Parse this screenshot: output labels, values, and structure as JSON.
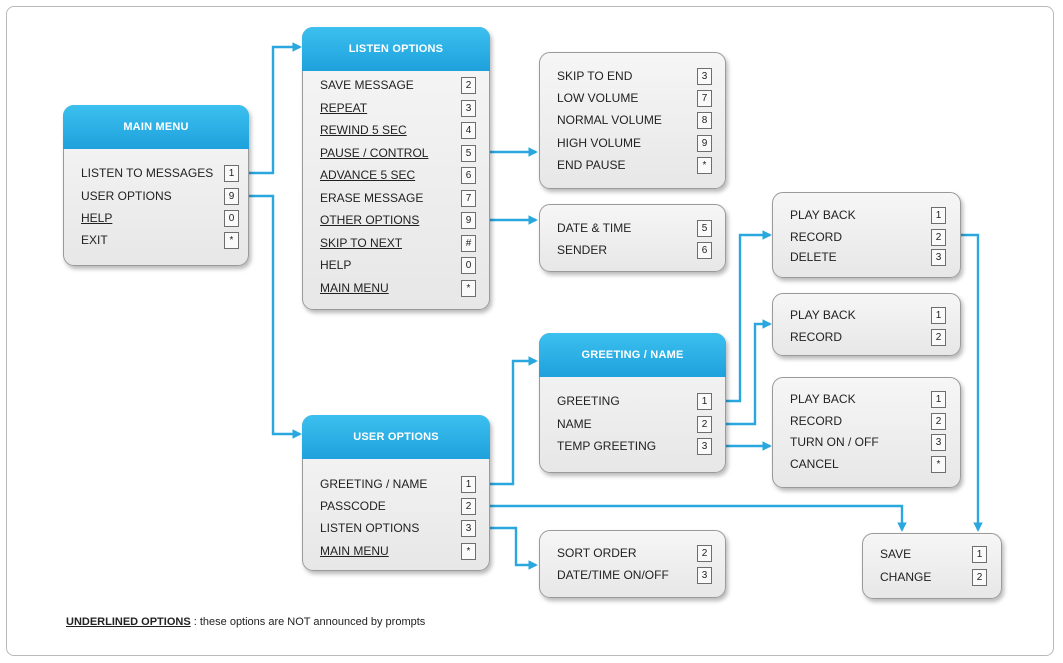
{
  "main_menu": {
    "title": "MAIN MENU",
    "items": [
      {
        "label": "LISTEN TO MESSAGES",
        "key": "1",
        "underlined": false
      },
      {
        "label": "USER OPTIONS",
        "key": "9",
        "underlined": false
      },
      {
        "label": "HELP",
        "key": "0",
        "underlined": true
      },
      {
        "label": "EXIT",
        "key": "*",
        "underlined": false
      }
    ]
  },
  "listen_options": {
    "title": "LISTEN OPTIONS",
    "items": [
      {
        "label": "SAVE MESSAGE",
        "key": "2",
        "underlined": false
      },
      {
        "label": "REPEAT",
        "key": "3",
        "underlined": true
      },
      {
        "label": "REWIND 5 SEC",
        "key": "4",
        "underlined": true
      },
      {
        "label": "PAUSE / CONTROL",
        "key": "5",
        "underlined": true
      },
      {
        "label": "ADVANCE 5 SEC",
        "key": "6",
        "underlined": true
      },
      {
        "label": "ERASE MESSAGE",
        "key": "7",
        "underlined": false
      },
      {
        "label": "OTHER OPTIONS",
        "key": "9",
        "underlined": true
      },
      {
        "label": "SKIP TO NEXT",
        "key": "#",
        "underlined": true
      },
      {
        "label": "HELP",
        "key": "0",
        "underlined": false
      },
      {
        "label": "MAIN MENU",
        "key": "*",
        "underlined": true
      }
    ]
  },
  "pause_menu": {
    "items": [
      {
        "label": "SKIP TO END",
        "key": "3"
      },
      {
        "label": "LOW VOLUME",
        "key": "7"
      },
      {
        "label": "NORMAL VOLUME",
        "key": "8"
      },
      {
        "label": "HIGH VOLUME",
        "key": "9"
      },
      {
        "label": "END PAUSE",
        "key": "*"
      }
    ]
  },
  "other_options_menu": {
    "items": [
      {
        "label": "DATE & TIME",
        "key": "5"
      },
      {
        "label": "SENDER",
        "key": "6"
      }
    ]
  },
  "greeting_record_menu": {
    "items": [
      {
        "label": "PLAY BACK",
        "key": "1"
      },
      {
        "label": "RECORD",
        "key": "2"
      },
      {
        "label": "DELETE",
        "key": "3"
      }
    ]
  },
  "name_record_menu": {
    "items": [
      {
        "label": "PLAY BACK",
        "key": "1"
      },
      {
        "label": "RECORD",
        "key": "2"
      }
    ]
  },
  "temp_greeting_menu": {
    "items": [
      {
        "label": "PLAY BACK",
        "key": "1"
      },
      {
        "label": "RECORD",
        "key": "2"
      },
      {
        "label": "TURN ON / OFF",
        "key": "3"
      },
      {
        "label": "CANCEL",
        "key": "*"
      }
    ]
  },
  "greeting_name": {
    "title": "GREETING / NAME",
    "items": [
      {
        "label": "GREETING",
        "key": "1"
      },
      {
        "label": "NAME",
        "key": "2"
      },
      {
        "label": "TEMP GREETING",
        "key": "3"
      }
    ]
  },
  "user_options": {
    "title": "USER OPTIONS",
    "items": [
      {
        "label": "GREETING / NAME",
        "key": "1",
        "underlined": false
      },
      {
        "label": "PASSCODE",
        "key": "2",
        "underlined": false
      },
      {
        "label": "LISTEN OPTIONS",
        "key": "3",
        "underlined": false
      },
      {
        "label": "MAIN MENU",
        "key": "*",
        "underlined": true
      }
    ]
  },
  "sort_menu": {
    "items": [
      {
        "label": "SORT ORDER",
        "key": "2"
      },
      {
        "label": "DATE/TIME ON/OFF",
        "key": "3"
      }
    ]
  },
  "save_menu": {
    "items": [
      {
        "label": "SAVE",
        "key": "1"
      },
      {
        "label": "CHANGE",
        "key": "2"
      }
    ]
  },
  "legend": {
    "term": "UNDERLINED OPTIONS",
    "text": " : these options are NOT announced by prompts"
  },
  "colors": {
    "header": "#29aee6",
    "connector": "#2aa7de",
    "box": "#eeeeee"
  }
}
